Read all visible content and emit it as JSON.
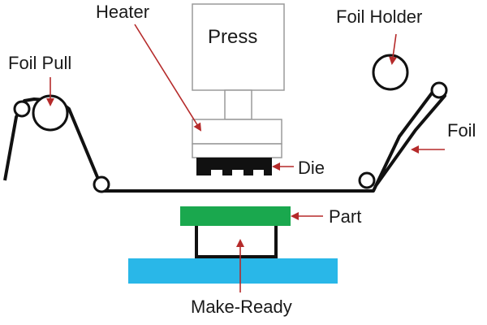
{
  "labels": {
    "heater": "Heater",
    "press": "Press",
    "foil_pull": "Foil Pull",
    "foil_holder": "Foil Holder",
    "foil": "Foil",
    "die": "Die",
    "part": "Part",
    "make_ready": "Make-Ready"
  },
  "colors": {
    "line": "#111111",
    "arrow": "#b52a2a",
    "part": "#1aa84e",
    "make_ready": "#29b7e8",
    "press_fill": "#ffffff",
    "press_stroke": "#9a9a9a"
  }
}
